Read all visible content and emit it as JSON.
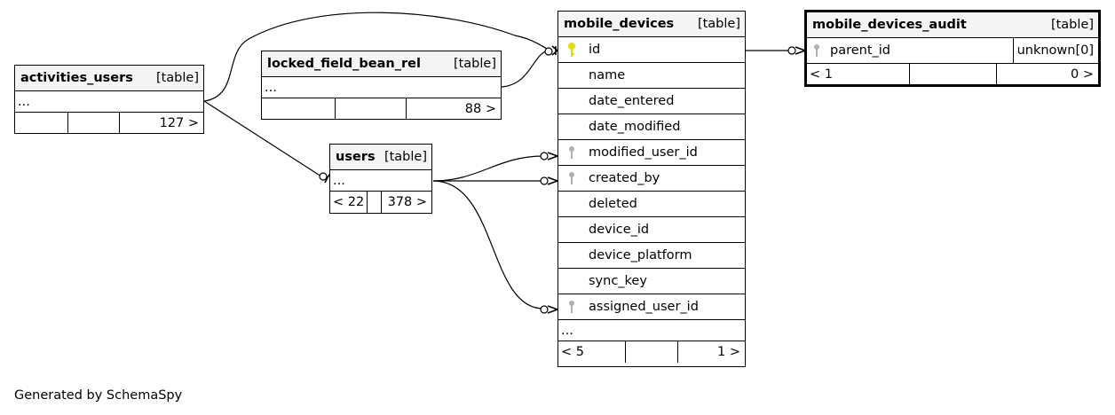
{
  "caption": "Generated by SchemaSpy",
  "tables": {
    "activities_users": {
      "name": "activities_users",
      "kind": "[table]",
      "ellipsis": "...",
      "footer": [
        "",
        "",
        "127 >"
      ]
    },
    "locked_field_bean_rel": {
      "name": "locked_field_bean_rel",
      "kind": "[table]",
      "ellipsis": "...",
      "footer": [
        "",
        "",
        "88 >"
      ]
    },
    "users": {
      "name": "users",
      "kind": "[table]",
      "ellipsis": "...",
      "footer": [
        "< 22",
        "",
        "378 >"
      ]
    },
    "mobile_devices": {
      "name": "mobile_devices",
      "kind": "[table]",
      "ellipsis": "...",
      "columns": [
        {
          "name": "id",
          "key": "primary"
        },
        {
          "name": "name",
          "key": ""
        },
        {
          "name": "date_entered",
          "key": ""
        },
        {
          "name": "date_modified",
          "key": ""
        },
        {
          "name": "modified_user_id",
          "key": "foreign"
        },
        {
          "name": "created_by",
          "key": "foreign"
        },
        {
          "name": "deleted",
          "key": ""
        },
        {
          "name": "device_id",
          "key": ""
        },
        {
          "name": "device_platform",
          "key": ""
        },
        {
          "name": "sync_key",
          "key": ""
        },
        {
          "name": "assigned_user_id",
          "key": "foreign"
        }
      ],
      "footer": [
        "< 5",
        "",
        "1 >"
      ]
    },
    "mobile_devices_audit": {
      "name": "mobile_devices_audit",
      "kind": "[table]",
      "columns": [
        {
          "name": "parent_id",
          "key": "foreign",
          "type": "unknown[0]"
        }
      ],
      "footer": [
        "< 1",
        "",
        "0 >"
      ]
    }
  },
  "colors": {
    "primary_key": "#e0e000",
    "foreign_key": "#b0b0b0",
    "header_bg": "#f4f4f4"
  }
}
